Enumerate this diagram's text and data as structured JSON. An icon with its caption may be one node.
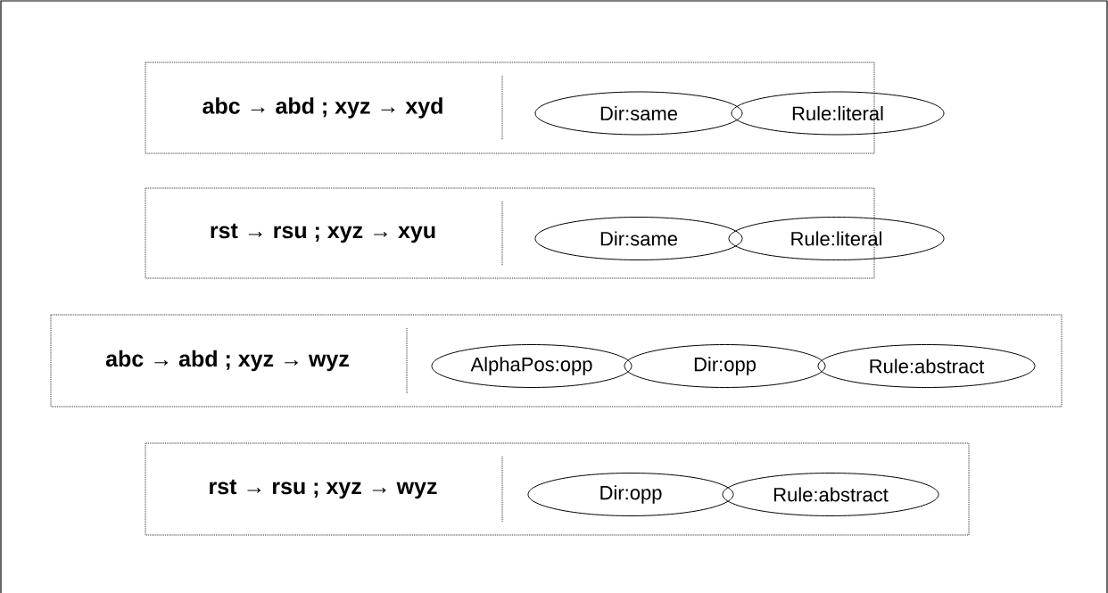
{
  "diagram": {
    "nodes": [
      {
        "text": [
          "abc → abd ; xyz → xyd"
        ]
      },
      {
        "text": [
          "Dir:same"
        ],
        "in": 0
      },
      {
        "text": [
          "Rule:literal"
        ]
      },
      {
        "text": [
          "rst → rsu ; xyz → xyu"
        ]
      },
      {
        "text": [
          "Dir:same"
        ],
        "in": 3
      },
      {
        "text": [
          "Rule:literal"
        ]
      },
      {
        "text": [
          "abc → abd ; xyz → wyz"
        ]
      },
      {
        "text": [
          "AlphaPos:opp"
        ],
        "in": 6
      },
      {
        "text": [
          "Dir:opp"
        ],
        "in": 6
      },
      {
        "text": [
          "Rule:abstract"
        ],
        "in": 6
      },
      {
        "text": [
          "rst → rsu ; xyz → wyz"
        ]
      },
      {
        "text": [
          "Dir:opp"
        ],
        "in": 10
      },
      {
        "text": [
          "Rule:abstract"
        ],
        "in": 10
      }
    ]
  }
}
